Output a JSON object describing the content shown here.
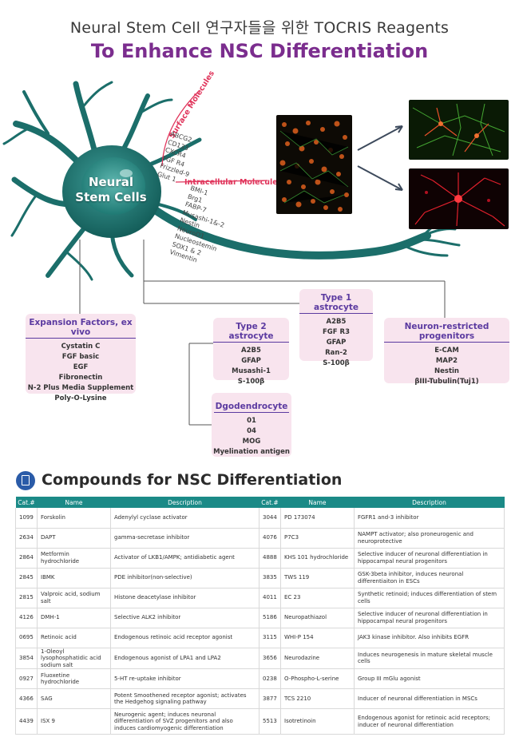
{
  "header": {
    "title_line1": "Neural Stem Cell 연구자들을 위한 TOCRIS Reagents",
    "title_line2": "To Enhance NSC Differentiation"
  },
  "diagram": {
    "cell_label_line1": "Neural",
    "cell_label_line2": "Stem Cells",
    "surface_title": "Surface Molecules",
    "surface_items": [
      "ABCG2",
      "CD133",
      "CXCR4",
      "FGF R4",
      "Frizzled-9",
      "Glut 1"
    ],
    "intracellular_title": "Intracellular Molecules",
    "intracellular_items": [
      "BMI-1",
      "Brg1",
      "FABP-7",
      "Musashi-1&-2",
      "Nestin",
      "NeuroD1",
      "Nucleostemin",
      "SOX1 & 2",
      "Vimentin"
    ],
    "boxes": {
      "expansion": {
        "title": "Expansion Factors, ex vivo",
        "items": [
          "Cystatin C",
          "FGF basic",
          "EGF",
          "Fibronectin",
          "N-2 Plus Media Supplement",
          "Poly-O-Lysine"
        ]
      },
      "type1": {
        "title": "Type 1 astrocyte",
        "items": [
          "A2B5",
          "FGF R3",
          "GFAP",
          "Ran-2",
          "S-100β"
        ]
      },
      "type2": {
        "title": "Type 2 astrocyte",
        "items": [
          "A2B5",
          "GFAP",
          "Musashi-1",
          "S-100β"
        ]
      },
      "neuron": {
        "title": "Neuron-restricted progenitors",
        "items": [
          "E-CAM",
          "MAP2",
          "Nestin",
          "βIII-Tubulin(Tuj1)"
        ]
      },
      "oligo": {
        "title": "Dgodendrocyte",
        "items": [
          "01",
          "04",
          "MOG",
          "Myelination antigen"
        ]
      }
    },
    "colors": {
      "neuron_teal": "#1b6e6a",
      "accent_purple": "#7b2d8e",
      "box_pink": "#f8e4ee",
      "label_red": "#e0345b"
    }
  },
  "compounds": {
    "section_title": "Compounds for NSC Differentiation",
    "section_icon": "document-icon",
    "columns": [
      "Cat.#",
      "Name",
      "Description",
      "Cat.#",
      "Name",
      "Description"
    ],
    "rows": [
      {
        "left": {
          "cat": "1099",
          "name": "Forskolin",
          "desc": "Adenylyl cyclase activator"
        },
        "right": {
          "cat": "3044",
          "name": "PD 173074",
          "desc": "FGFR1 and-3 inhibitor"
        }
      },
      {
        "left": {
          "cat": "2634",
          "name": "DAPT",
          "desc": "gamma-secretase inhibitor"
        },
        "right": {
          "cat": "4076",
          "name": "P7C3",
          "desc": "NAMPT activator; also proneurogenic and neuroprotective"
        }
      },
      {
        "left": {
          "cat": "2864",
          "name": "Metformin hydrochloride",
          "desc": "Activator of LKB1/AMPK; antidiabetic agent"
        },
        "right": {
          "cat": "4888",
          "name": "KHS 101 hydrochloride",
          "desc": "Selective inducer of neuronal differentiation in hippocampal neural progenitors"
        }
      },
      {
        "left": {
          "cat": "2845",
          "name": "IBMK",
          "desc": "PDE inhibitor(non-selective)"
        },
        "right": {
          "cat": "3835",
          "name": "TWS 119",
          "desc": "GSK-3beta inhibitor, induces neuronal differentiaiton in ESCs"
        }
      },
      {
        "left": {
          "cat": "2815",
          "name": "Valproic acid, sodium salt",
          "desc": "Histone deacetylase inhibitor"
        },
        "right": {
          "cat": "4011",
          "name": "EC 23",
          "desc": "Synthetic retinoid; induces differentiation of stem cells"
        }
      },
      {
        "left": {
          "cat": "4126",
          "name": "DMH-1",
          "desc": "Selective ALK2 inhibitor"
        },
        "right": {
          "cat": "5186",
          "name": "Neuropathiazol",
          "desc": "Selective inducer of neuronal differentiation in hippocampal neural progenitors"
        }
      },
      {
        "left": {
          "cat": "0695",
          "name": "Retinoic acid",
          "desc": "Endogenous retinoic acid receptor agonist"
        },
        "right": {
          "cat": "3115",
          "name": "WHI-P 154",
          "desc": "JAK3 kinase inhibitor. Also inhibits EGFR"
        }
      },
      {
        "left": {
          "cat": "3854",
          "name": "1-Oleoyl lysophosphatidic acid sodium salt",
          "desc": "Endogenous agonist of LPA1 and LPA2"
        },
        "right": {
          "cat": "3656",
          "name": "Neurodazine",
          "desc": "Induces neurogenesis in mature skeletal muscle cells"
        }
      },
      {
        "left": {
          "cat": "0927",
          "name": "Fluoxetine hydrochloride",
          "desc": "5-HT re-uptake inhibitor"
        },
        "right": {
          "cat": "0238",
          "name": "O-Phospho-L-serine",
          "desc": "Group III mGlu agonist"
        }
      },
      {
        "left": {
          "cat": "4366",
          "name": "SAG",
          "desc": "Potent Smoothened receptor agonist; activates the Hedgehog signaling pathway"
        },
        "right": {
          "cat": "3877",
          "name": "TCS 2210",
          "desc": "Inducer of neuronal differentiation in MSCs"
        }
      },
      {
        "left": {
          "cat": "4439",
          "name": "ISX 9",
          "desc": "Neurogenic agent; induces neuronal differentiation of SVZ progenitors and also induces cardiomyogenic differentiation"
        },
        "right": {
          "cat": "5513",
          "name": "Isotretinoin",
          "desc": "Endogenous agonist for retinoic acid receptors; inducer of neuronal differentiation"
        }
      }
    ]
  }
}
